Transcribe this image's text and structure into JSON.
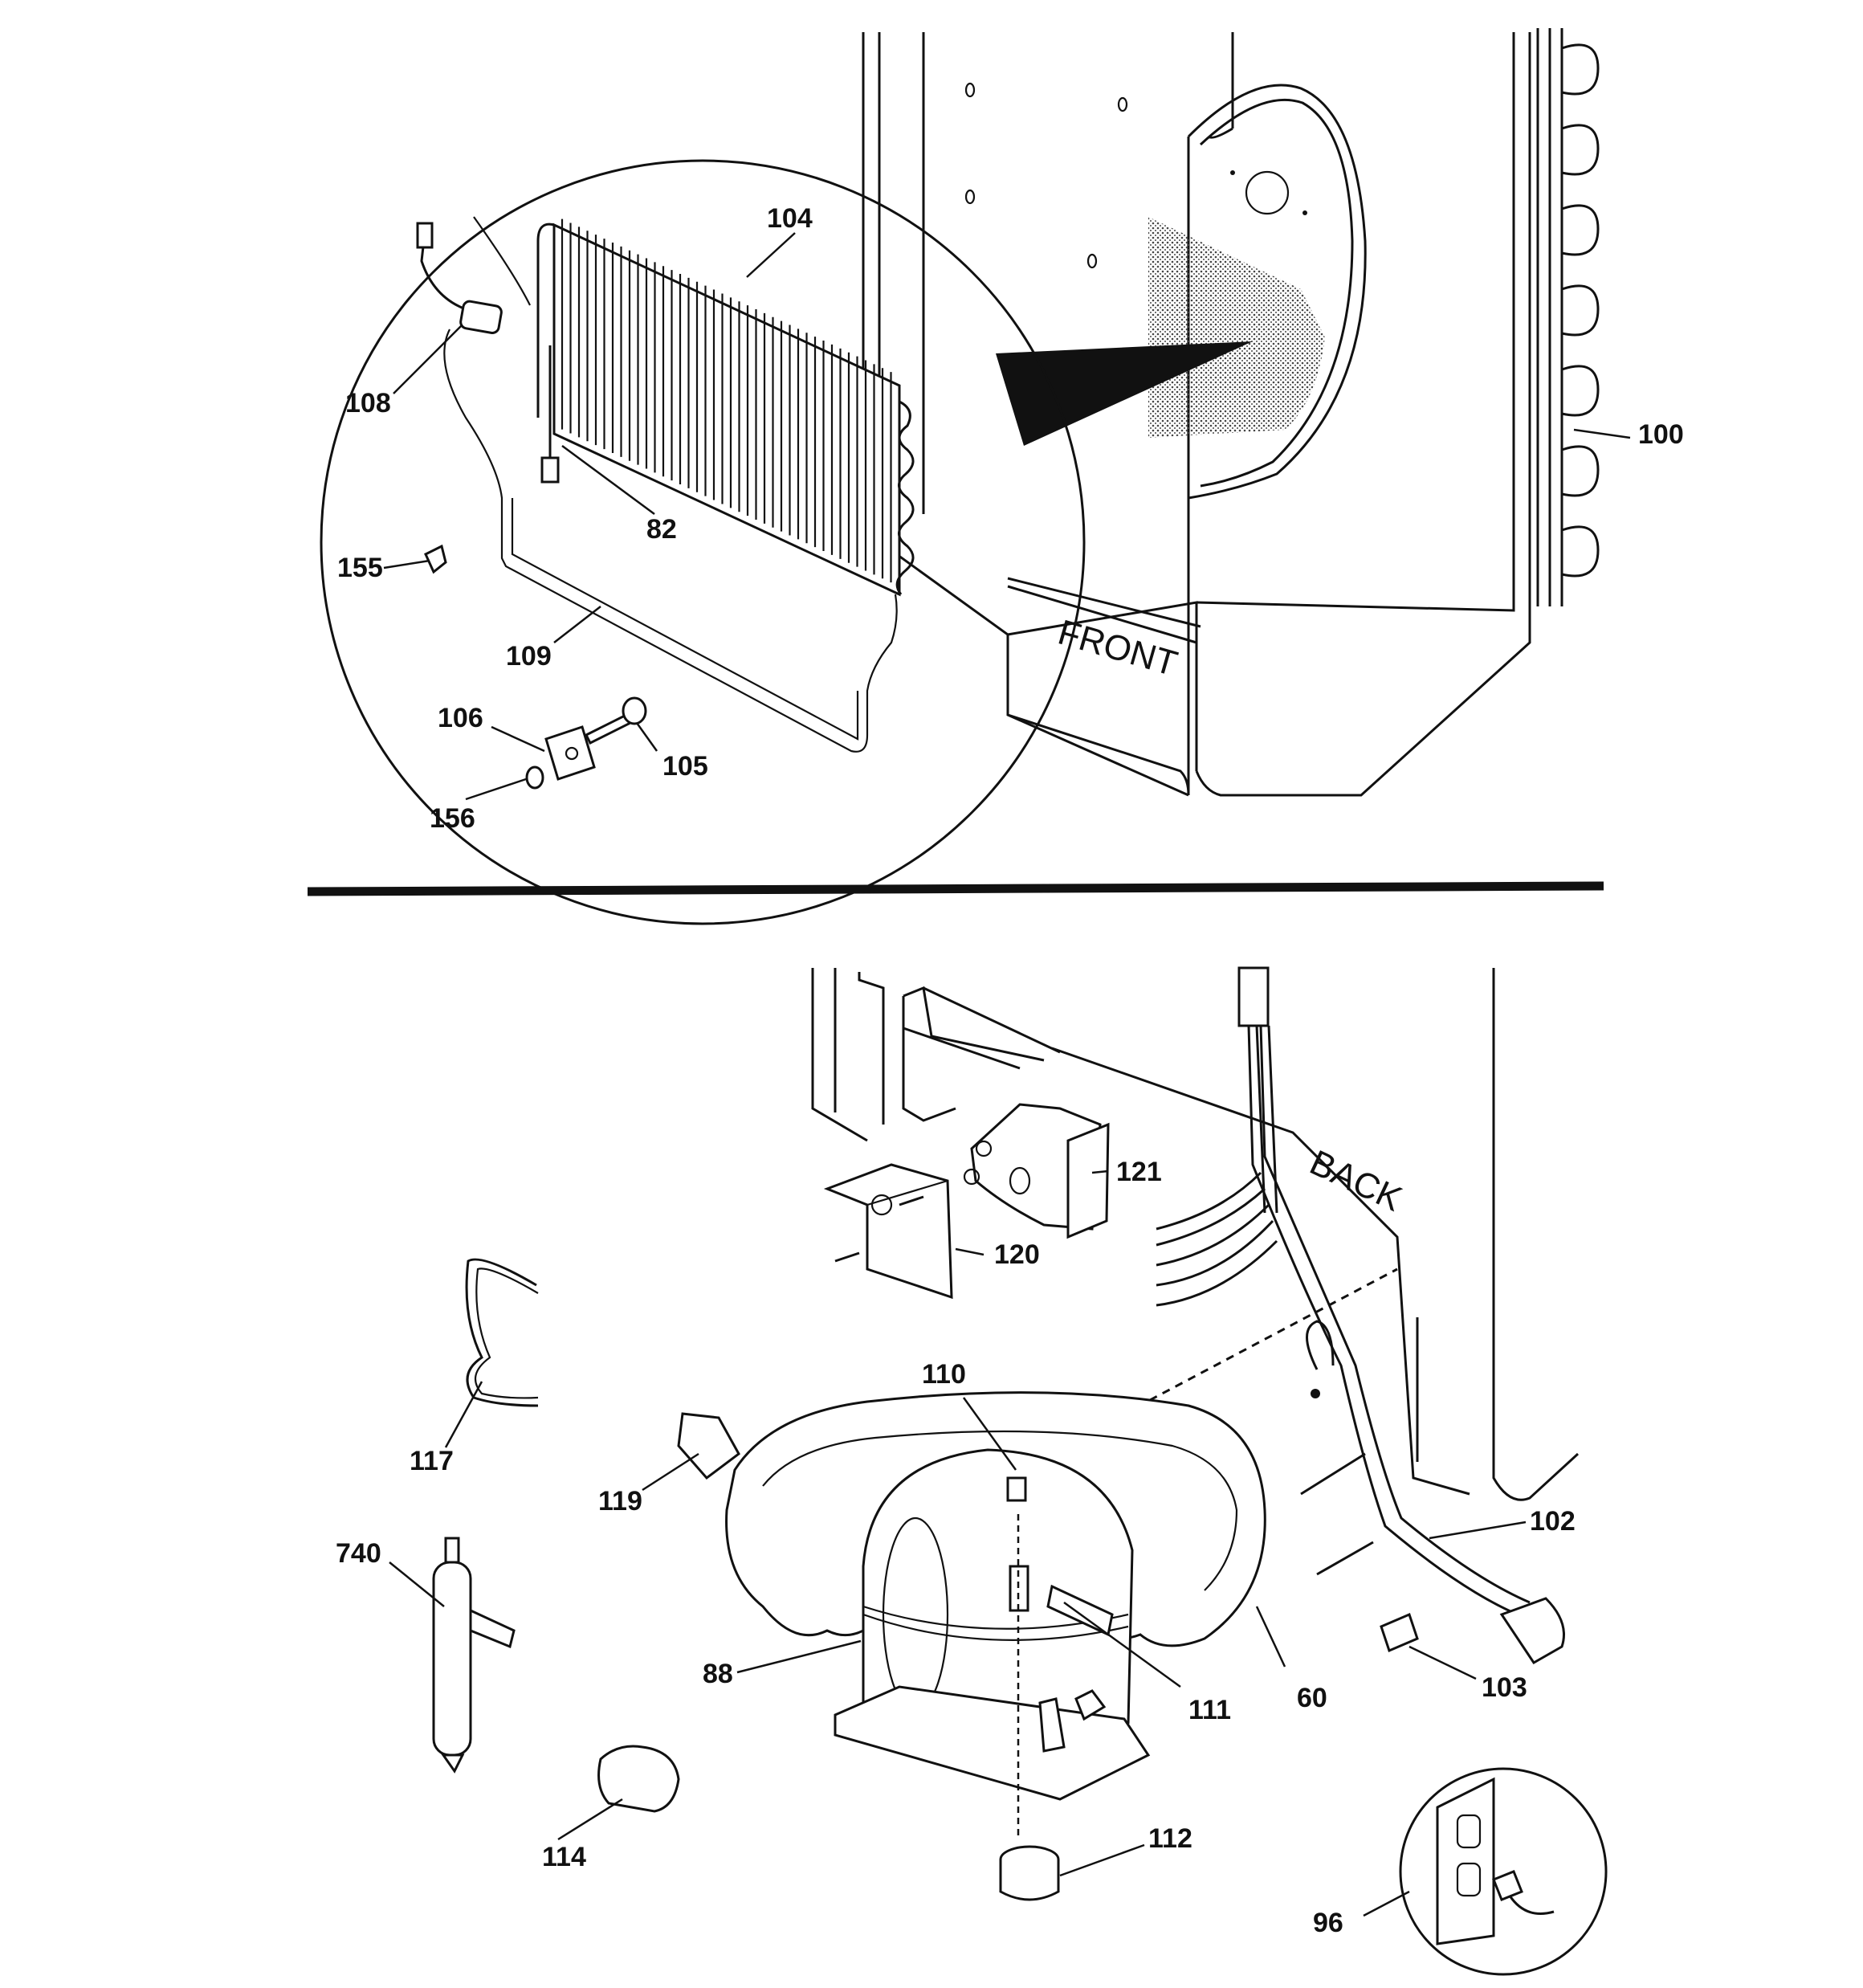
{
  "top_section": {
    "text_front": "FRONT",
    "callouts": [
      {
        "id": "c104",
        "text": "104"
      },
      {
        "id": "c108",
        "text": "108"
      },
      {
        "id": "c82",
        "text": "82"
      },
      {
        "id": "c155",
        "text": "155"
      },
      {
        "id": "c109",
        "text": "109"
      },
      {
        "id": "c106",
        "text": "106"
      },
      {
        "id": "c105",
        "text": "105"
      },
      {
        "id": "c156",
        "text": "156"
      },
      {
        "id": "c100",
        "text": "100"
      }
    ]
  },
  "bottom_section": {
    "text_back": "BACK",
    "callouts": [
      {
        "id": "c121",
        "text": "121"
      },
      {
        "id": "c120",
        "text": "120"
      },
      {
        "id": "c110",
        "text": "110"
      },
      {
        "id": "c117",
        "text": "117"
      },
      {
        "id": "c119",
        "text": "119"
      },
      {
        "id": "c102",
        "text": "102"
      },
      {
        "id": "c740",
        "text": "740"
      },
      {
        "id": "c88",
        "text": "88"
      },
      {
        "id": "c111",
        "text": "111"
      },
      {
        "id": "c60",
        "text": "60"
      },
      {
        "id": "c103",
        "text": "103"
      },
      {
        "id": "c114",
        "text": "114"
      },
      {
        "id": "c112",
        "text": "112"
      },
      {
        "id": "c96",
        "text": "96"
      }
    ]
  }
}
